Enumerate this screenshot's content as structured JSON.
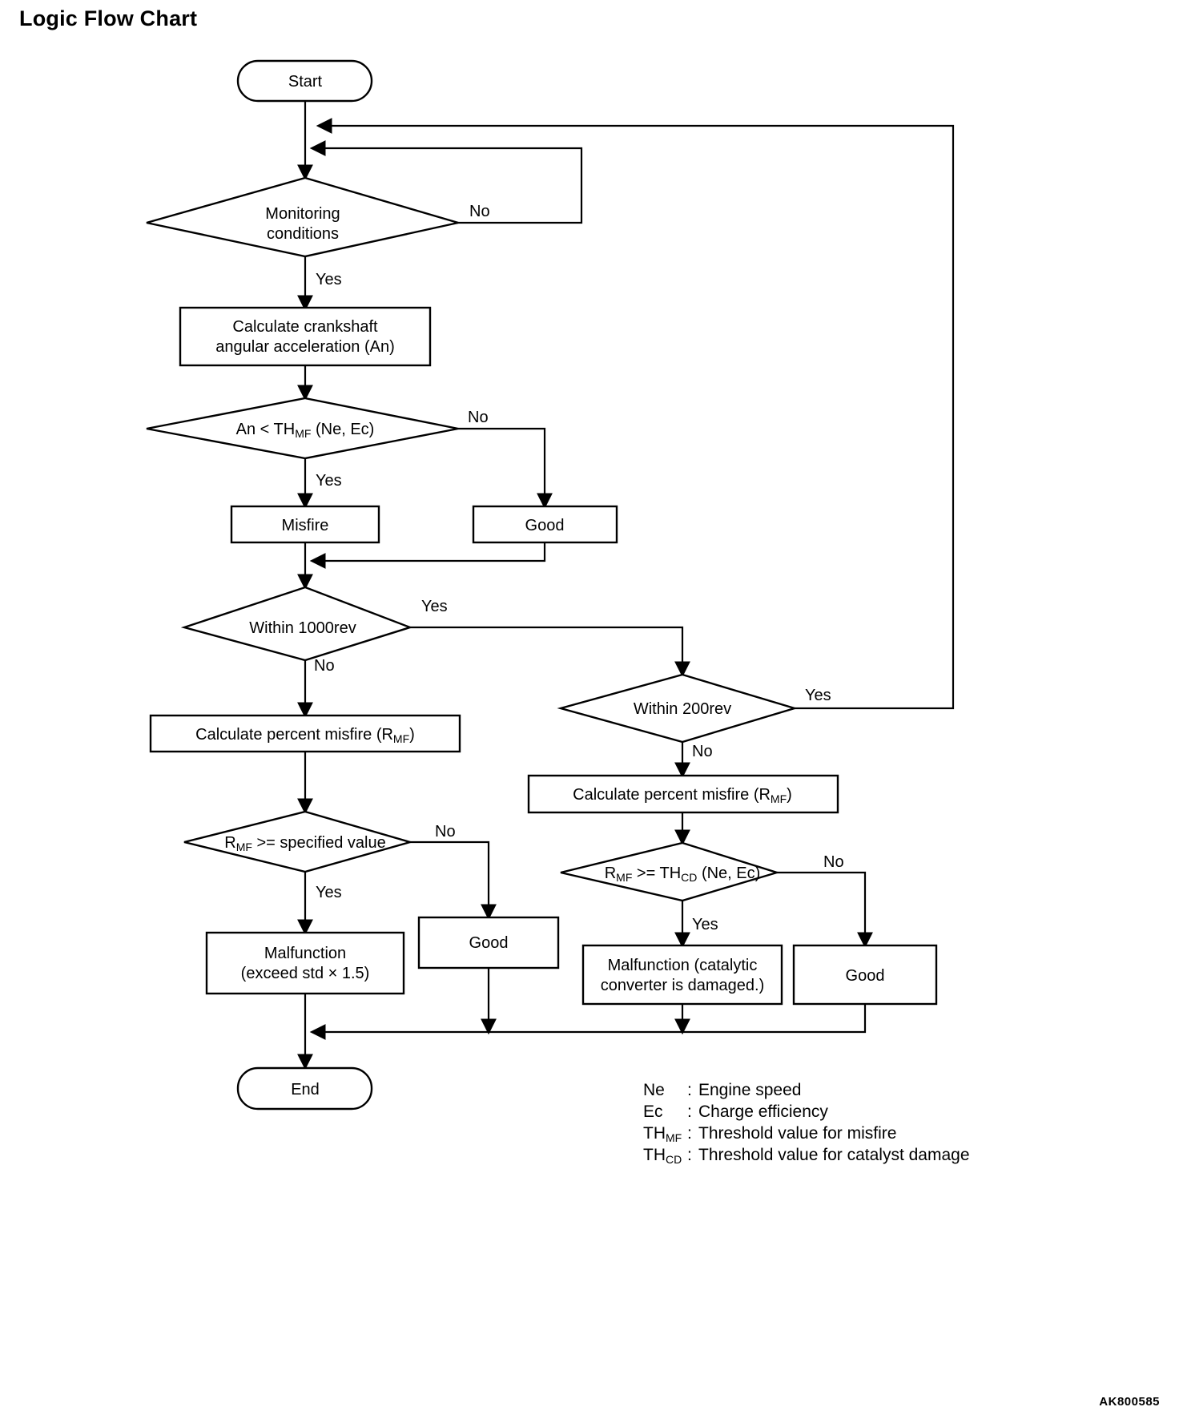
{
  "page": {
    "title": "Logic Flow Chart",
    "figure_code": "AK800585"
  },
  "chart_data": {
    "type": "diagram",
    "diagram_kind": "flowchart",
    "title": "Logic Flow Chart",
    "orientation": "top-to-bottom",
    "nodes": [
      {
        "id": "start",
        "shape": "terminator",
        "label": "Start"
      },
      {
        "id": "monitoring",
        "shape": "decision",
        "label_line1": "Monitoring",
        "label_line2": "conditions"
      },
      {
        "id": "calc_accel",
        "shape": "process",
        "label_line1": "Calculate crankshaft",
        "label_line2": "angular acceleration (An)"
      },
      {
        "id": "an_lt_thmf",
        "shape": "decision",
        "label_pre": "An < TH",
        "label_sub": "MF",
        "label_post": " (Ne, Ec)"
      },
      {
        "id": "misfire",
        "shape": "process",
        "label": "Misfire"
      },
      {
        "id": "good1",
        "shape": "process",
        "label": "Good"
      },
      {
        "id": "within1000",
        "shape": "decision",
        "label": "Within 1000rev"
      },
      {
        "id": "calc_pct_left",
        "shape": "process",
        "label_pre": "Calculate percent misfire (R",
        "label_sub": "MF",
        "label_post": ")"
      },
      {
        "id": "rmf_gte_spec",
        "shape": "decision",
        "label_pre": "R",
        "label_sub": "MF",
        "label_post": " >= specified value"
      },
      {
        "id": "malfunction_std",
        "shape": "process",
        "label_line1": "Malfunction",
        "label_line2": "(exceed std × 1.5)"
      },
      {
        "id": "good2",
        "shape": "process",
        "label": "Good"
      },
      {
        "id": "within200",
        "shape": "decision",
        "label": "Within 200rev"
      },
      {
        "id": "calc_pct_right",
        "shape": "process",
        "label_pre": "Calculate percent misfire (R",
        "label_sub": "MF",
        "label_post": ")"
      },
      {
        "id": "rmf_gte_thcd",
        "shape": "decision",
        "label_pre": "R",
        "label_sub": "MF",
        "label_post": " >= TH",
        "label_sub2": "CD",
        "label_post2": " (Ne, Ec)"
      },
      {
        "id": "malfunction_cat",
        "shape": "process",
        "label_line1": "Malfunction (catalytic",
        "label_line2": "converter is damaged.)"
      },
      {
        "id": "good3",
        "shape": "process",
        "label": "Good"
      },
      {
        "id": "end",
        "shape": "terminator",
        "label": "End"
      }
    ],
    "edge_labels": {
      "monitoring_no": "No",
      "monitoring_yes": "Yes",
      "an_no": "No",
      "an_yes": "Yes",
      "within1000_yes": "Yes",
      "within1000_no": "No",
      "within200_yes": "Yes",
      "within200_no": "No",
      "rmf_spec_no": "No",
      "rmf_spec_yes": "Yes",
      "rmf_thcd_no": "No",
      "rmf_thcd_yes": "Yes"
    },
    "edges": [
      {
        "from": "start",
        "to": "monitoring",
        "label": ""
      },
      {
        "from": "monitoring",
        "to": "monitoring",
        "label": "No",
        "note": "loops back above the decision"
      },
      {
        "from": "monitoring",
        "to": "calc_accel",
        "label": "Yes"
      },
      {
        "from": "calc_accel",
        "to": "an_lt_thmf",
        "label": ""
      },
      {
        "from": "an_lt_thmf",
        "to": "misfire",
        "label": "Yes"
      },
      {
        "from": "an_lt_thmf",
        "to": "good1",
        "label": "No"
      },
      {
        "from": "misfire",
        "to": "within1000",
        "label": ""
      },
      {
        "from": "good1",
        "to": "within1000",
        "label": ""
      },
      {
        "from": "within1000",
        "to": "calc_pct_left",
        "label": "No"
      },
      {
        "from": "within1000",
        "to": "within200",
        "label": "Yes"
      },
      {
        "from": "calc_pct_left",
        "to": "rmf_gte_spec",
        "label": ""
      },
      {
        "from": "rmf_gte_spec",
        "to": "malfunction_std",
        "label": "Yes"
      },
      {
        "from": "rmf_gte_spec",
        "to": "good2",
        "label": "No"
      },
      {
        "from": "within200",
        "to": "calc_pct_right",
        "label": "No"
      },
      {
        "from": "within200",
        "to": "monitoring",
        "label": "Yes",
        "note": "returns to the top of the loop"
      },
      {
        "from": "calc_pct_right",
        "to": "rmf_gte_thcd",
        "label": ""
      },
      {
        "from": "rmf_gte_thcd",
        "to": "malfunction_cat",
        "label": "Yes"
      },
      {
        "from": "rmf_gte_thcd",
        "to": "good3",
        "label": "No"
      },
      {
        "from": "malfunction_std",
        "to": "end",
        "label": ""
      },
      {
        "from": "good2",
        "to": "end",
        "label": ""
      },
      {
        "from": "malfunction_cat",
        "to": "end",
        "label": ""
      },
      {
        "from": "good3",
        "to": "end",
        "label": ""
      }
    ]
  },
  "legend": {
    "rows": [
      {
        "symbol": "Ne",
        "sub": "",
        "sep": ":",
        "desc": "Engine speed"
      },
      {
        "symbol": "Ec",
        "sub": "",
        "sep": ":",
        "desc": "Charge efficiency"
      },
      {
        "symbol": "TH",
        "sub": "MF",
        "sep": ":",
        "desc": "Threshold value for misfire"
      },
      {
        "symbol": "TH",
        "sub": "CD",
        "sep": ":",
        "desc": "Threshold value for catalyst damage"
      }
    ]
  }
}
